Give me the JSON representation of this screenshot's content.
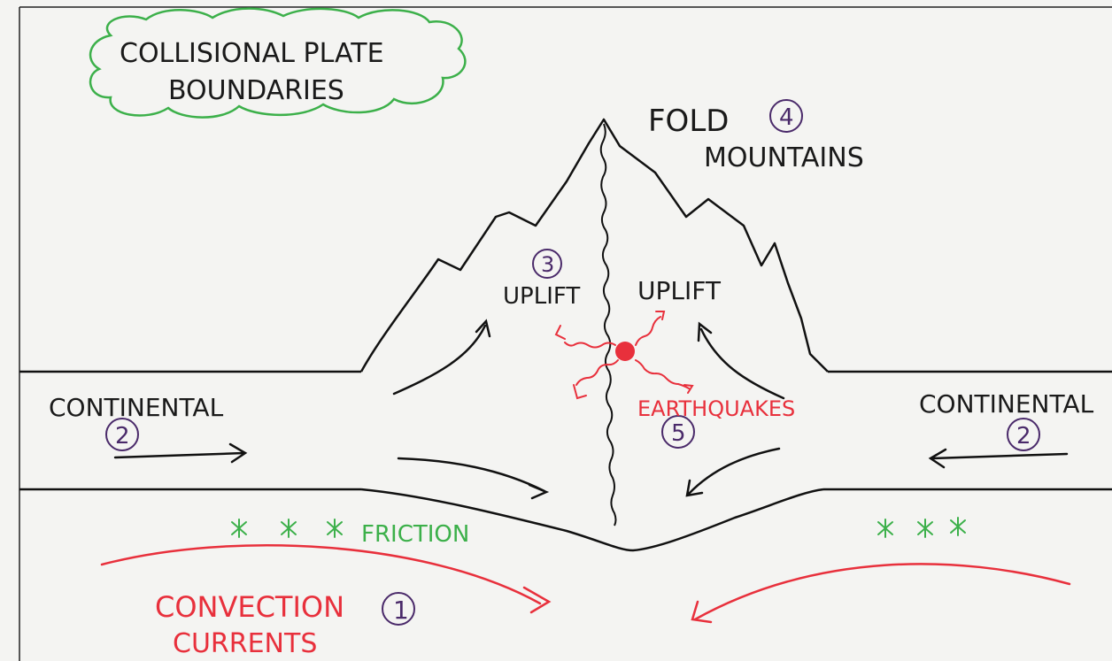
{
  "title": {
    "line1": "COLLISIONAL PLATE",
    "line2": "BOUNDARIES"
  },
  "labels": {
    "fold": "FOLD",
    "mountains": "MOUNTAINS",
    "uplift_left": "UPLIFT",
    "uplift_right": "UPLIFT",
    "continental_left": "CONTINENTAL",
    "continental_right": "CONTINENTAL",
    "earthquakes": "EARTHQUAKES",
    "friction": "FRICTION",
    "friction_marks_left": "* * *",
    "friction_marks_right": "* * *",
    "convection_line1": "CONVECTION",
    "convection_line2": "CURRENTS"
  },
  "numbers": {
    "convection": "1",
    "continental_left": "2",
    "continental_right": "2",
    "uplift": "3",
    "fold_mountains": "4",
    "earthquakes": "5"
  },
  "colors": {
    "ink": "#1a1a1a",
    "title_cloud": "#3cb04a",
    "friction": "#3cb04a",
    "convection": "#e8303c",
    "earthquake": "#e8303c",
    "number_circle": "#4a2a6a"
  }
}
